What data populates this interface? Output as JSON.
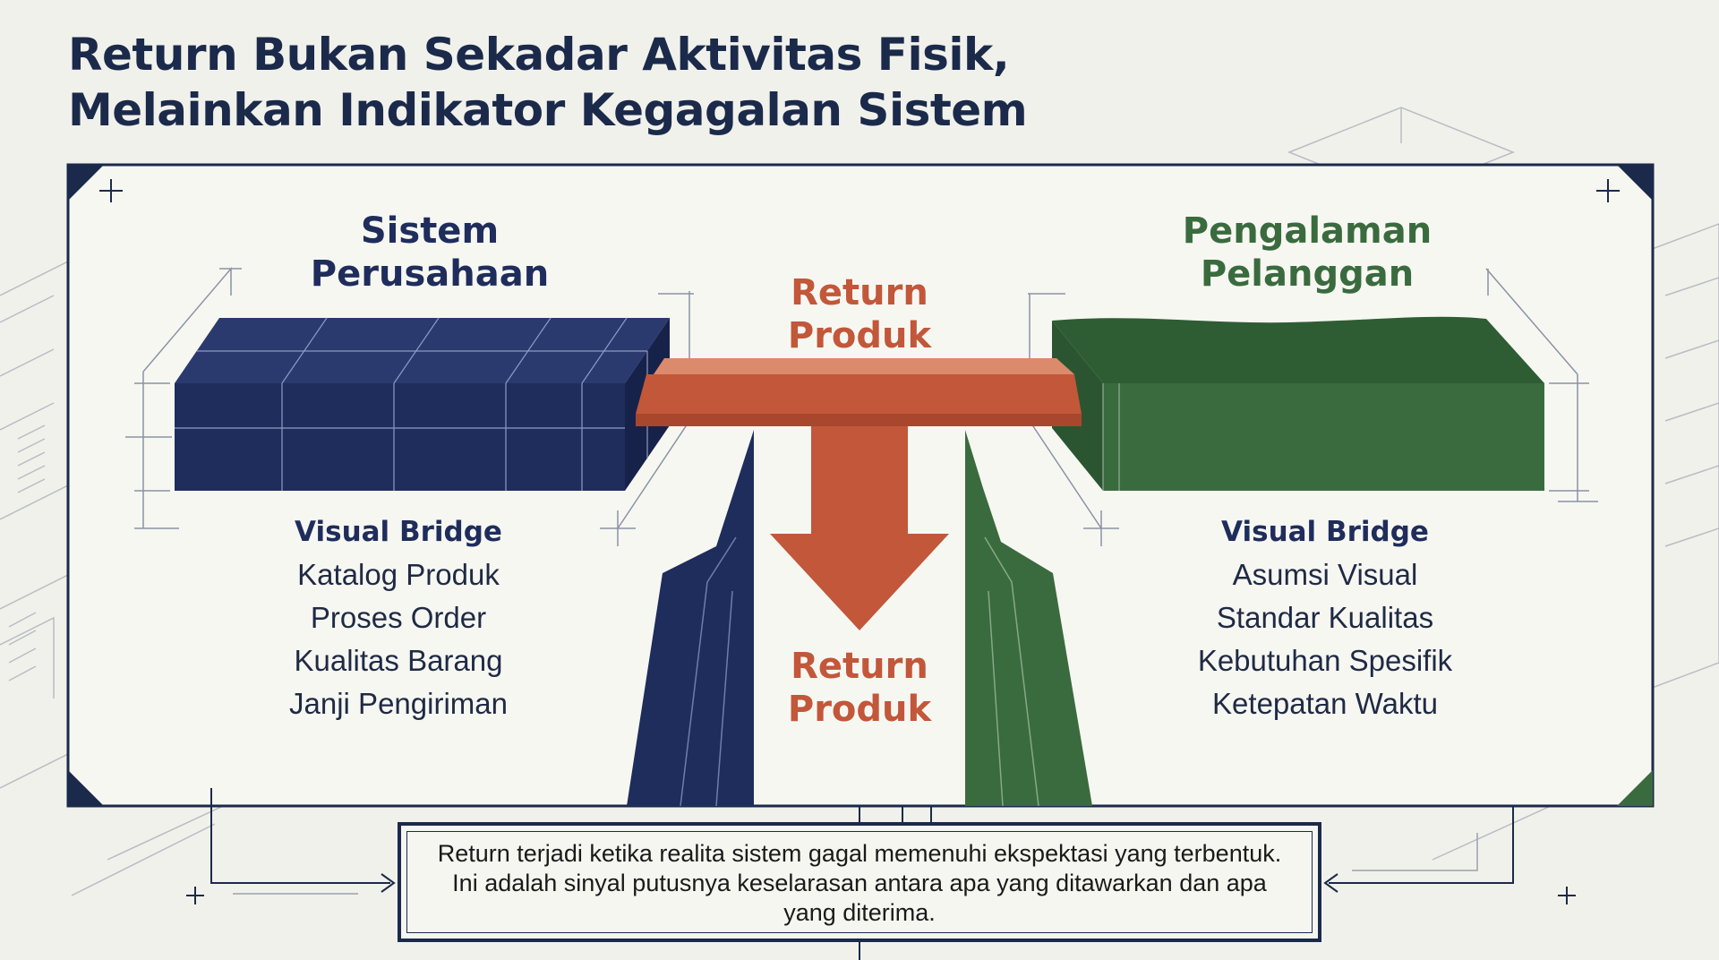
{
  "title": {
    "line1": "Return Bukan Sekadar Aktivitas Fisik,",
    "line2": "Melainkan Indikator Kegagalan Sistem"
  },
  "left_panel": {
    "title_line1": "Sistem",
    "title_line2": "Perusahaan",
    "color": "#1f2d5c",
    "bridge_heading": "Visual Bridge",
    "items": [
      "Katalog Produk",
      "Proses Order",
      "Kualitas Barang",
      "Janji Pengiriman"
    ]
  },
  "right_panel": {
    "title_line1": "Pengalaman",
    "title_line2": "Pelanggan",
    "color": "#3a6b3e",
    "bridge_heading": "Visual Bridge",
    "items": [
      "Asumsi Visual",
      "Standar Kualitas",
      "Kebutuhan Spesifik",
      "Ketepatan Waktu"
    ]
  },
  "center": {
    "top_label_line1": "Return",
    "top_label_line2": "Produk",
    "bottom_label_line1": "Return",
    "bottom_label_line2": "Produk",
    "color": "#c2573a"
  },
  "note": {
    "text": "Return terjadi ketika realita sistem gagal memenuhi ekspektasi yang terbentuk. Ini adalah sinyal putusnya keselarasan antara apa yang ditawarkan dan apa yang diterima."
  },
  "colors": {
    "navy": "#1b2a4a",
    "blue_block": "#1f2d5c",
    "green_block": "#3a6b3e",
    "orange": "#c2573a",
    "background": "#f1f1ec"
  }
}
